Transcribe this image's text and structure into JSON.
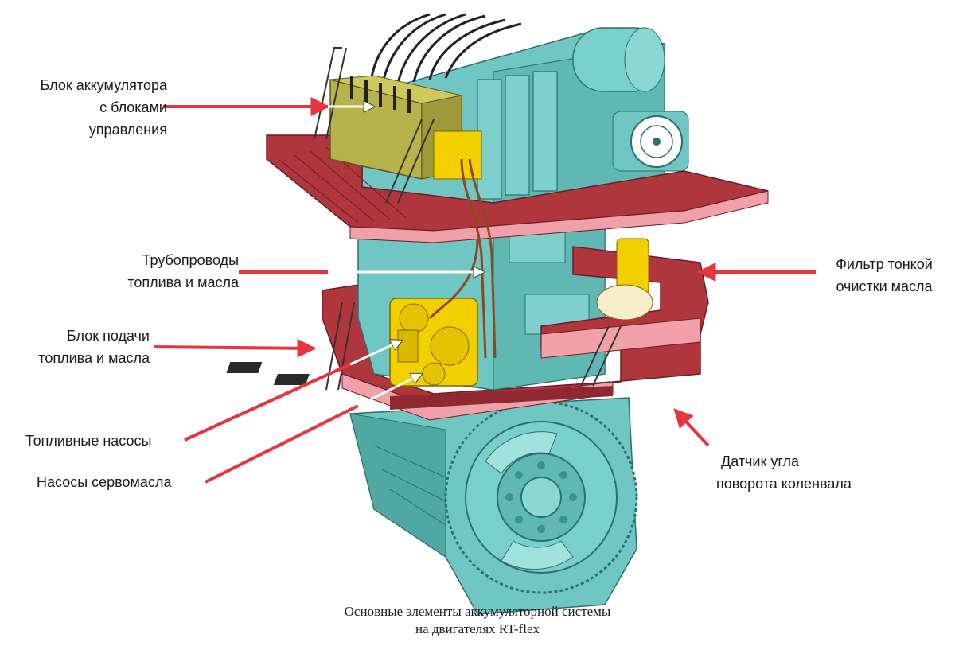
{
  "labels": {
    "accumulator": [
      "Блок аккумулятора",
      "с блоками",
      "управления"
    ],
    "pipes": [
      "Трубопроводы",
      "топлива и масла"
    ],
    "supply": [
      "Блок подачи",
      "топлива и масла"
    ],
    "fuel_pumps": "Топливные насосы",
    "servo_pumps": "Насосы сервомасла",
    "filter": [
      "Фильтр тонкой",
      "очистки масла"
    ],
    "sensor": [
      "Датчик  угла",
      "поворота коленвала"
    ]
  },
  "caption": [
    "Основные элементы аккумуляторной системы",
    "на двигателях RT-flex"
  ],
  "colors": {
    "engine_body": "#6fc6c2",
    "engine_dark": "#3f8f8c",
    "deck": "#b0363e",
    "deck_light": "#f0a0a8",
    "accumulator": "#b8b24a",
    "yellow_parts": "#f2d000",
    "arrow_red": "#e8343c",
    "arrow_white": "#ffffff"
  }
}
